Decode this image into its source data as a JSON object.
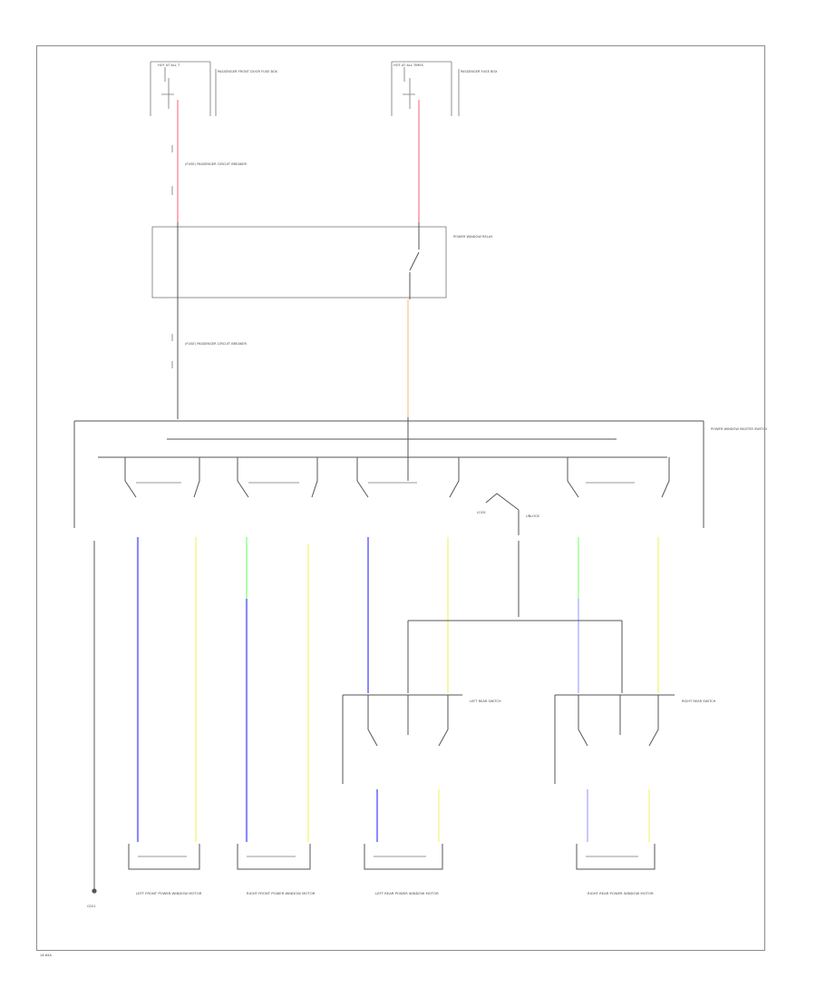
{
  "diagram": {
    "colors": {
      "red": "#ff9aa6",
      "orange": "#ffd2a8",
      "blue": "#8a8aff",
      "light_blue": "#c8c8ff",
      "green": "#a6ff9e",
      "yellow": "#f7f79a",
      "line": "#555555"
    },
    "texts": {
      "fuse_left": "HOT AT ALL T",
      "fuse_right": "HOT AT ALL TIMES",
      "fuse_left_desc": "PASSENGER FRONT DOOR FUSE BOX",
      "fuse_right_desc": "PASSENGER FUSE BOX",
      "circuit_breaker_top": "(FUSE) PASSENGER CIRCUIT BREAKER",
      "circuit_breaker_bottom": "(FUSE) PASSENGER CIRCUIT BREAKER",
      "relay_desc": "POWER WINDOW RELAY",
      "master_switch": "POWER WINDOW MASTER SWITCH",
      "lock_label": "LOCK",
      "unlock_label": "UNLOCK",
      "left_rear_switch": "LEFT REAR SWITCH",
      "right_rear_switch": "RIGHT REAR SWITCH",
      "motor_lf": "LEFT FRONT POWER WINDOW MOTOR",
      "motor_rf": "RIGHT FRONT POWER WINDOW MOTOR",
      "motor_lr": "LEFT REAR POWER WINDOW MOTOR",
      "motor_rr": "RIGHT REAR POWER WINDOW MOTOR",
      "ground": "G201",
      "code": "14-64A"
    }
  }
}
